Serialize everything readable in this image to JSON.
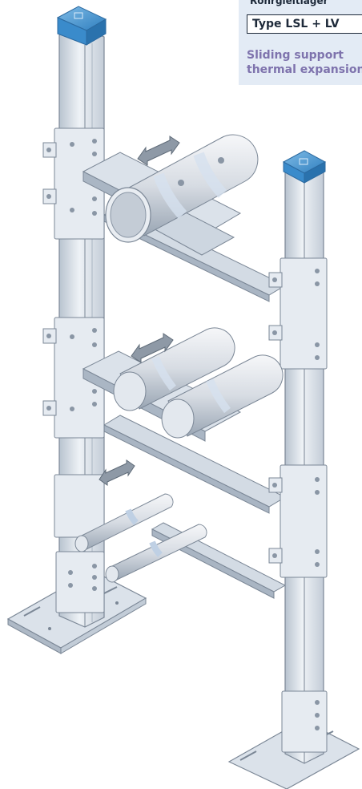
{
  "info_panel": {
    "heading": "Rohrgleitlager",
    "type_label": "Type LSL + LV",
    "description_line1": "Sliding support",
    "description_line2": "thermal expansion"
  },
  "colors": {
    "post_cap": "#4a9ad6",
    "panel_bg": "#e3ebf5",
    "text_dark": "#1e2a3a",
    "text_purple": "#7e73ad",
    "steel_light": "#e8edf3",
    "steel_mid": "#c9d3de",
    "steel_dark": "#a4b1c0"
  },
  "icons": [
    "double-arrow-icon",
    "post-cap-logo"
  ]
}
